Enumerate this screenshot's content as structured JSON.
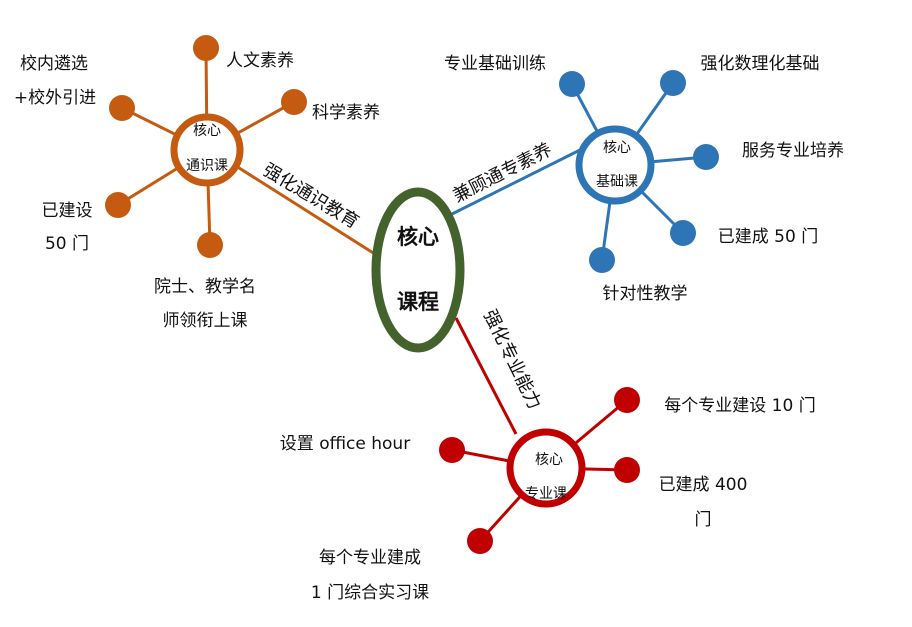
{
  "colors": {
    "center": "#44622b",
    "general": "#c55a11",
    "foundation": "#2e75b6",
    "major": "#c00000"
  },
  "center": {
    "line1": "核心",
    "line2": "课程"
  },
  "general": {
    "hub_line1": "核心",
    "hub_line2": "通识课",
    "connector": "强化通识教育",
    "leaves": [
      "人文素养",
      "科学素养",
      "校内遴选",
      "+校外引进",
      "已建设",
      "50 门",
      "院士、教学名",
      "师领衔上课"
    ]
  },
  "foundation": {
    "hub_line1": "核心",
    "hub_line2": "基础课",
    "connector": "兼顾通专素养",
    "leaves": [
      "专业基础训练",
      "强化数理化基础",
      "服务专业培养",
      "已建成 50 门",
      "针对性教学"
    ]
  },
  "major": {
    "hub_line1": "核心",
    "hub_line2": "专业课",
    "connector": "强化专业能力",
    "leaves": [
      "每个专业建设 10 门",
      "设置 office hour",
      "已建成 400",
      "门",
      "每个专业建成",
      "1 门综合实习课"
    ]
  }
}
